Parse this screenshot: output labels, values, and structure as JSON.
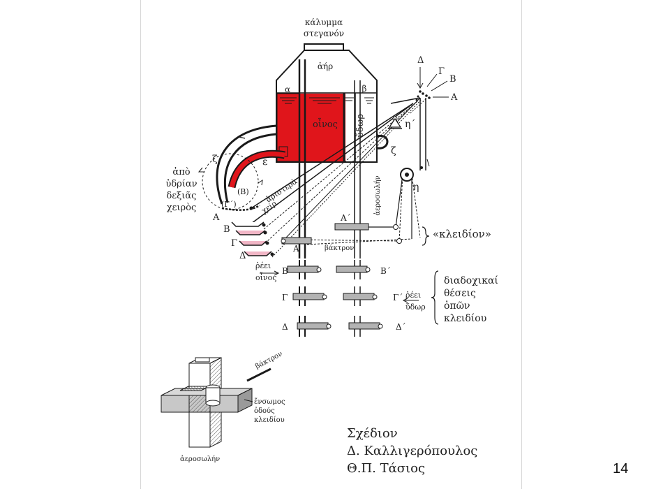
{
  "labels": {
    "cover": [
      "κάλυμμα",
      "στεγανόν"
    ],
    "air": "ἀήρ",
    "alpha": "α",
    "beta": "β",
    "wine": "οἶνος",
    "water": "ὕδωρ",
    "zeta": "ζ",
    "epsilon": "ε",
    "eta": "η",
    "eta_prime": "η΄",
    "zeta_big": "ζ",
    "B_circle": "(Β)",
    "G_circle": "(Γ΄)",
    "A": "Α",
    "B": "Β",
    "G": "Γ",
    "D": "Δ",
    "top_D": "Δ",
    "top_G": "Γ",
    "top_B": "Β",
    "top_A": "Α",
    "left_hand": "ἀριστερὰ",
    "hand": "χείρ",
    "air_tube": "ἀεροσωλήν",
    "rod": "βάκτρον",
    "from_right_hand": [
      "ἀπὸ",
      "ὑδρίαν",
      "δεξιᾶς",
      "χειρὸς"
    ],
    "key": "«κλειδίον»",
    "A_prime": "Α΄",
    "B_prime": "Β΄",
    "G_prime": "Γ΄",
    "D_prime": "Δ΄",
    "key_A": "Α",
    "flows_wine": [
      "ῥέει",
      "οἶνος"
    ],
    "flows_water": [
      "ῥέει",
      "ὕδωρ"
    ],
    "successive_positions": [
      "διαδοχικαί",
      "θέσεις",
      "ὀπῶν",
      "κλειδίου"
    ],
    "detail_rod": "βάκτρον",
    "detail_embedded": [
      "ἔνσωμος",
      "ὀδούς",
      "κλειδίου"
    ],
    "detail_air_tube": "ἀεροσωλήν"
  },
  "credits": {
    "line1": "Σχέδιον",
    "line2": "Δ. Καλλιγερόπουλος",
    "line3": "Θ.Π. Τάσιος"
  },
  "page_number": "14",
  "colors": {
    "wine": "#e0151b",
    "container": "#ffffff",
    "valve": "#b3b3b3",
    "pink": "#f1b6c6",
    "line": "#1a1a1a"
  }
}
